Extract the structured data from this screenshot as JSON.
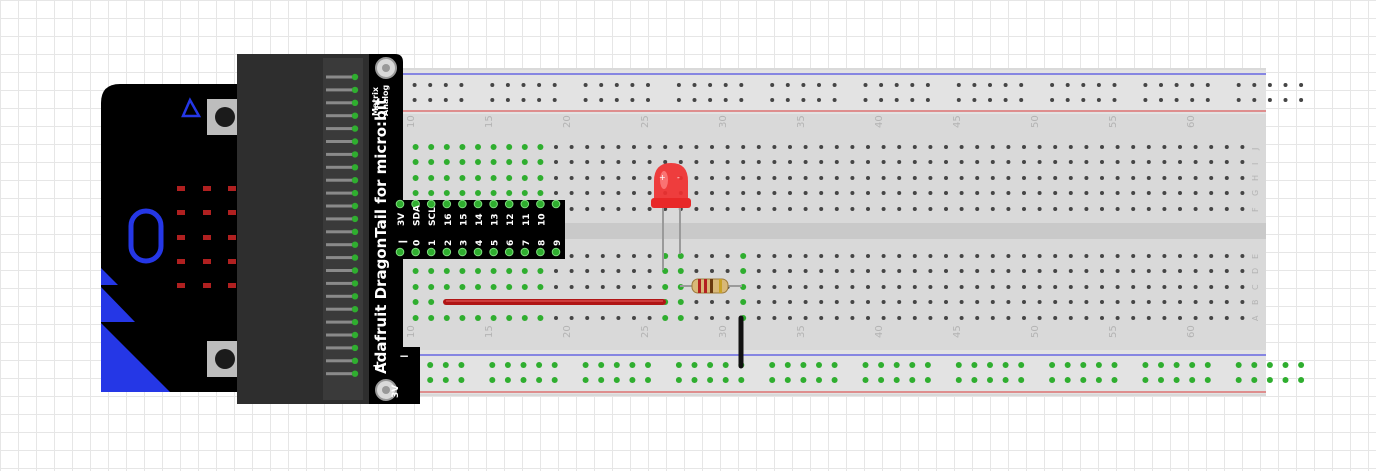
{
  "dragontail": {
    "title": "Adafruit DragonTail for micro:bit",
    "side_note_matrix": "Matrix",
    "side_note_analog": "Analog",
    "pins_top": [
      "3V",
      "SDA",
      "SCL",
      "16",
      "15",
      "14",
      "13",
      "12",
      "11",
      "10"
    ],
    "pins_bottom": [
      "0",
      "1",
      "2",
      "3",
      "4",
      "5",
      "6",
      "7",
      "8",
      "9"
    ],
    "gnd_symbol": "−",
    "plus_symbol": "+",
    "label_3v_bottom": "3V",
    "minus_symbol": "−"
  },
  "breadboard": {
    "column_numbers": [
      "10",
      "15",
      "20",
      "25",
      "30",
      "35",
      "40",
      "45",
      "50",
      "55",
      "60"
    ],
    "row_letters_top": [
      "J",
      "I",
      "H",
      "G",
      "F"
    ],
    "row_letters_bottom": [
      "E",
      "D",
      "C",
      "B",
      "A"
    ]
  },
  "led": {
    "plus": "+",
    "minus": "-"
  },
  "colors": {
    "breadboard": "#d9d9d9",
    "rail_red": "#d83a3a",
    "rail_blue": "#2a2ae0",
    "wire_red": "#b01515",
    "wire_black": "#111111",
    "led_red": "#f03030",
    "microbit_blue": "#2537e6",
    "connected_hole": "#2fae2f"
  }
}
